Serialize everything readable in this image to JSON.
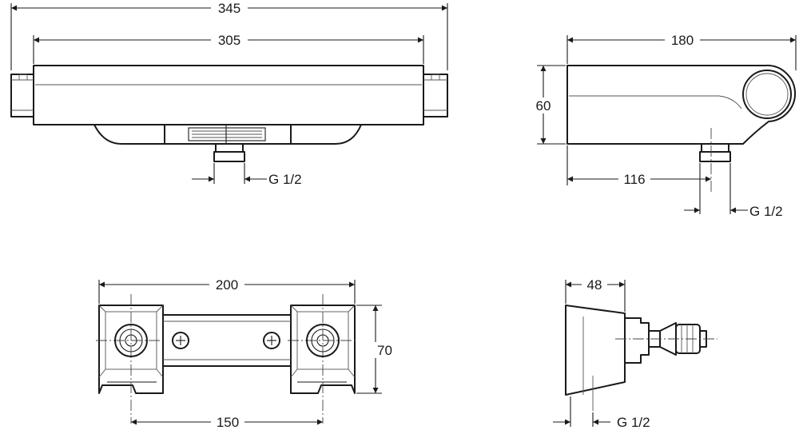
{
  "front_view": {
    "overall_length": "345",
    "body_length": "305",
    "connection_thread": "G 1/2"
  },
  "side_view": {
    "depth": "180",
    "height": "60",
    "outlet_offset": "116",
    "connection_thread": "G 1/2"
  },
  "back_view": {
    "width": "200",
    "height": "70",
    "inlet_spacing": "150"
  },
  "bracket_view": {
    "depth": "48",
    "connection_thread": "G 1/2"
  }
}
